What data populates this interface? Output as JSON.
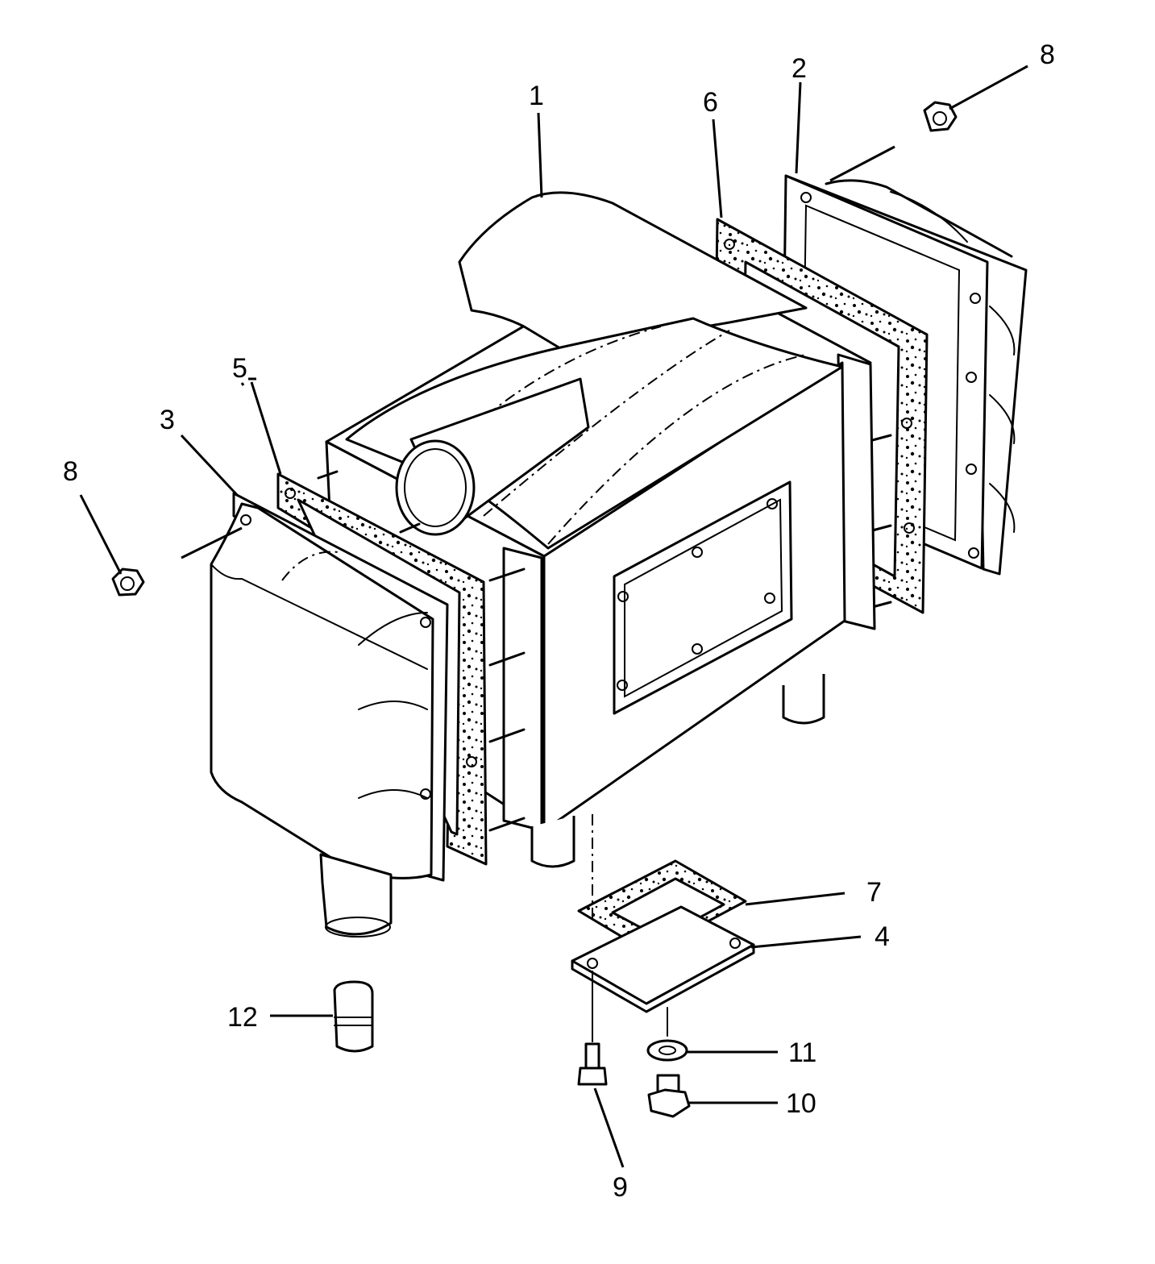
{
  "colors": {
    "line": "#000000",
    "background": "#ffffff"
  },
  "callouts": {
    "c1": "1",
    "c2": "2",
    "c3": "3",
    "c4": "4",
    "c5": "5",
    "c6": "6",
    "c7": "7",
    "c8_right": "8",
    "c8_left": "8",
    "c9": "9",
    "c10": "10",
    "c11": "11",
    "c12": "12"
  }
}
